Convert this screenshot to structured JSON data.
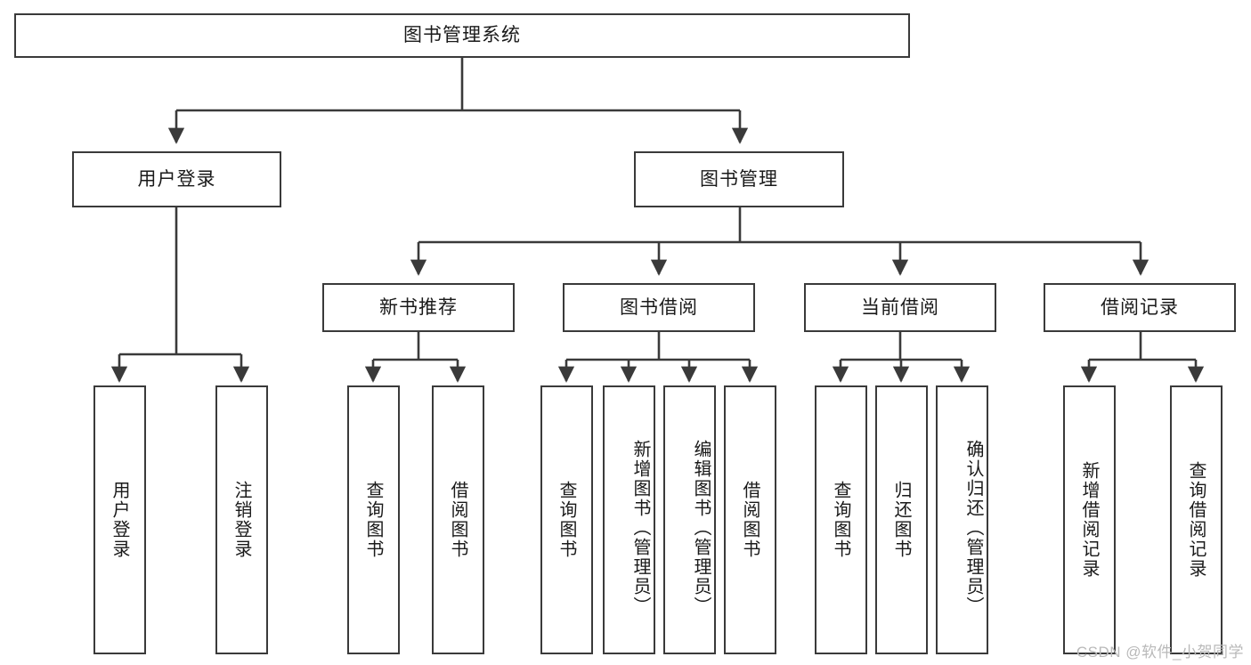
{
  "diagram": {
    "title": "图书管理系统",
    "type": "hierarchy-tree",
    "colors": {
      "box_border": "#3a3a3a",
      "box_fill": "#ffffff",
      "edge": "#3a3a3a",
      "text": "#1a1a1a",
      "watermark": "#b9b9b9",
      "background": "#ffffff"
    },
    "root": {
      "label": "图书管理系统"
    },
    "level2": [
      {
        "label": "用户登录"
      },
      {
        "label": "图书管理"
      }
    ],
    "level3": [
      {
        "label": "新书推荐"
      },
      {
        "label": "图书借阅"
      },
      {
        "label": "当前借阅"
      },
      {
        "label": "借阅记录"
      }
    ],
    "leaves": {
      "user_login": [
        {
          "label": "用户登录"
        },
        {
          "label": "注销登录"
        }
      ],
      "new_book": [
        {
          "label": "查询图书"
        },
        {
          "label": "借阅图书"
        }
      ],
      "book_borrow": [
        {
          "label": "查询图书"
        },
        {
          "label": "新增图书（管理员）"
        },
        {
          "label": "编辑图书（管理员）"
        },
        {
          "label": "借阅图书"
        }
      ],
      "current_borrow": [
        {
          "label": "查询图书"
        },
        {
          "label": "归还图书"
        },
        {
          "label": "确认归还（管理员）"
        }
      ],
      "borrow_record": [
        {
          "label": "新增借阅记录"
        },
        {
          "label": "查询借阅记录"
        }
      ]
    }
  },
  "watermark": {
    "text": "CSDN @软件_小贺同学"
  }
}
